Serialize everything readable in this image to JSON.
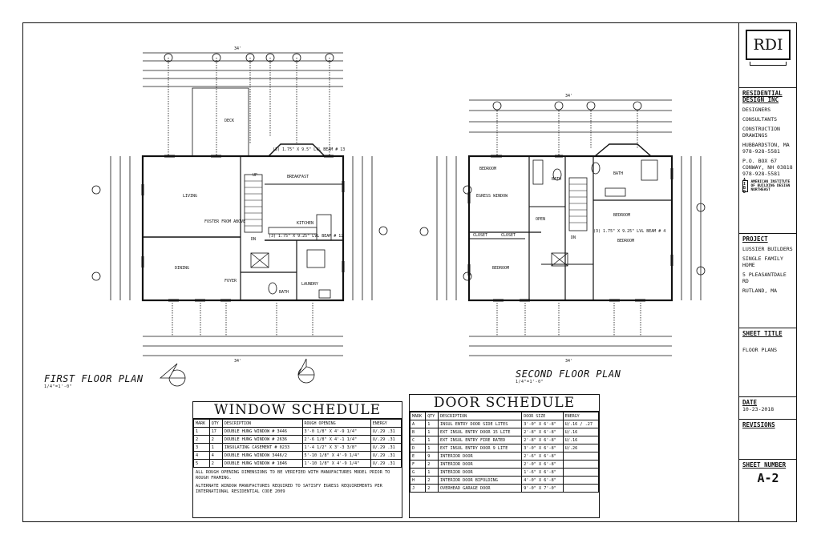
{
  "title_block": {
    "logo": "RDI",
    "company": "RESIDENTIAL DESIGN INC",
    "roles": [
      "DESIGNERS",
      "CONSULTANTS",
      "CONSTRUCTION DRAWINGS"
    ],
    "address1": "HUBBARDSTON, MA 978-928-5581",
    "address2": "P.O. BOX 67 CONWAY, NH 03818 978-928-5581",
    "aia_text": "AMERICAN INSTITUTE OF BUILDING DESIGN NORTHEAST",
    "aia_logo": "A I B D",
    "project_label": "PROJECT",
    "project_lines": [
      "LUSSIER BUILDERS",
      "SINGLE FAMILY HOME",
      "5 PLEASANTDALE RD",
      "RUTLAND, MA"
    ],
    "sheet_title_label": "SHEET TITLE",
    "sheet_title": "FLOOR PLANS",
    "date_label": "DATE",
    "date": "10-23-2018",
    "revisions_label": "REVISIONS",
    "sheet_number_label": "SHEET NUMBER",
    "sheet_number": "A-2"
  },
  "first_floor": {
    "title": "FIRST FLOOR PLAN",
    "scale": "1/4\"=1'-0\"",
    "overall_dim": "34'",
    "rooms": [
      "DECK",
      "LIVING",
      "BREAKFAST",
      "KITCHEN",
      "DINING",
      "FOYER",
      "LAUNDRY",
      "BATH",
      "UP",
      "DN"
    ],
    "notes": [
      "(3) 1.75\" X 9.5\" LVL BEAM # 13",
      "(3) 1.75\" X 9.25\" LVL BEAM # 12",
      "FOSTER FROM ABOVE"
    ]
  },
  "second_floor": {
    "title": "SECOND FLOOR PLAN",
    "scale": "1/4\"=1'-0\"",
    "overall_dim": "34'",
    "rooms": [
      "BEDROOM",
      "BEDROOM",
      "BEDROOM",
      "BEDROOM",
      "BATH",
      "BATH",
      "CLOSET",
      "CLOSET",
      "DN",
      "OPEN"
    ],
    "notes": [
      "(3) 1.75\" X 9.25\" LVL BEAM # 4",
      "EGRESS WINDOW"
    ]
  },
  "window_schedule": {
    "title": "WINDOW SCHEDULE",
    "headers": [
      "MARK",
      "QTY",
      "DESCRIPTION",
      "ROUGH OPENING",
      "ENERGY"
    ],
    "rows": [
      [
        "1",
        "17",
        "DOUBLE HUNG WINDOW # 3446",
        "3'-0 1/8\" X 4'-9 1/4\"",
        "U/.29 .31"
      ],
      [
        "2",
        "2",
        "DOUBLE HUNG WINDOW # 2636",
        "2'-6 1/8\" X 4'-1 1/4\"",
        "U/.29 .31"
      ],
      [
        "3",
        "1",
        "INSULATING CASEMENT # 0233",
        "1'-4 1/2\" X 3'-3 3/8\"",
        "U/.29 .31"
      ],
      [
        "4",
        "4",
        "DOUBLE HUNG WINDOW 3446/2",
        "5'-10 1/8\" X 4'-9 1/4\"",
        "U/.29 .31"
      ],
      [
        "5",
        "2",
        "DOUBLE HUNG WINDOW # 1846",
        "1'-10 1/8\" X 4'-9 1/4\"",
        "U/.29 .31"
      ]
    ],
    "note1": "ALL ROUGH OPENING DIMENSIONS TO BE VERIFIED WITH MANUFACTURES MODEL PRIOR TO ROUGH FRAMING.",
    "note2": "ALTERNATE WINDOW MANUFACTURES REQUIRED TO SATISFY EGRESS REQUIREMENTS PER INTERNATIONAL RESIDENTIAL CODE 2009"
  },
  "door_schedule": {
    "title": "DOOR SCHEDULE",
    "headers": [
      "MARK",
      "QTY",
      "DESCRIPTION",
      "DOOR SIZE",
      "ENERGY"
    ],
    "rows": [
      [
        "A",
        "1",
        "INSUL ENTRY DOOR SIDE LITES",
        "3'-0\" X 6'-8\"",
        "U/.16 / .27"
      ],
      [
        "B",
        "1",
        "EXT INSUL ENTRY DOOR 15 LITE",
        "2'-8\" X 6'-8\"",
        "U/.16"
      ],
      [
        "C",
        "1",
        "EXT INSUL ENTRY FIRE RATED",
        "2'-8\" X 6'-8\"",
        "U/.16"
      ],
      [
        "D",
        "1",
        "EXT INSUL ENTRY DOOR 9 LITE",
        "3'-0\" X 6'-8\"",
        "U/.26"
      ],
      [
        "E",
        "9",
        "INTERIOR DOOR",
        "2'-6\" X 6'-8\"",
        ""
      ],
      [
        "F",
        "2",
        "INTERIOR DOOR",
        "2'-0\" X 6'-8\"",
        ""
      ],
      [
        "G",
        "1",
        "INTERIOR DOOR",
        "1'-6\" X 6'-8\"",
        ""
      ],
      [
        "H",
        "2",
        "INTERIOR DOOR BIFOLDING",
        "4'-0\" X 6'-8\"",
        ""
      ],
      [
        "J",
        "2",
        "OVERHEAD GARAGE DOOR",
        "9'-0\" X 7'-0\"",
        ""
      ]
    ]
  }
}
